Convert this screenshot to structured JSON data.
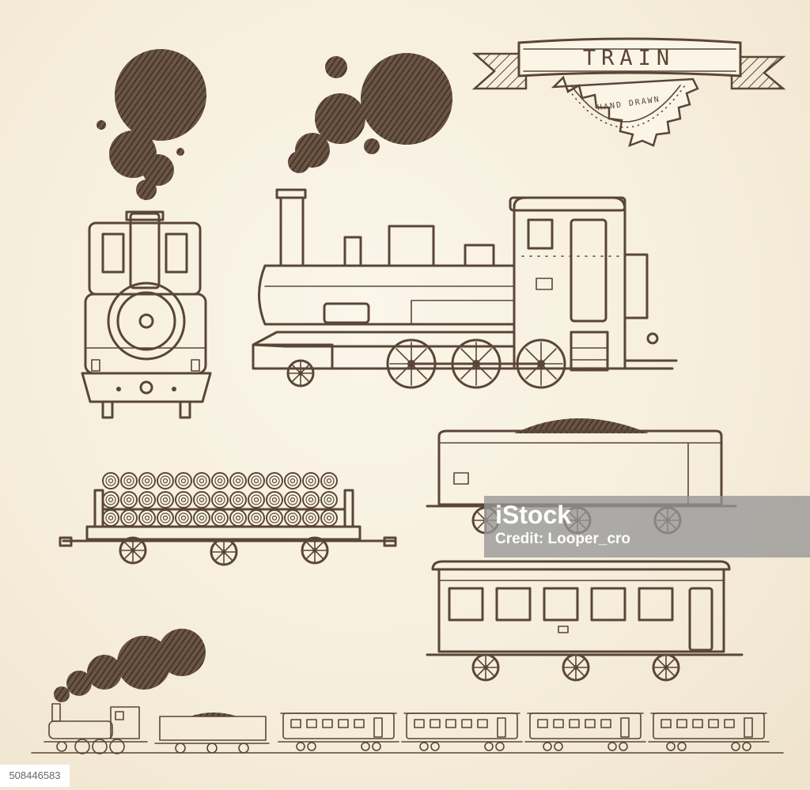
{
  "banner": {
    "title": "TRAIN",
    "subtitle": "HAND DRAWN"
  },
  "watermark": {
    "brand": "iStock",
    "credit": "Credit: Looper_cro"
  },
  "stock_id": "508446583",
  "colors": {
    "ink": "#5a4636",
    "paper": "#f6eedd"
  }
}
